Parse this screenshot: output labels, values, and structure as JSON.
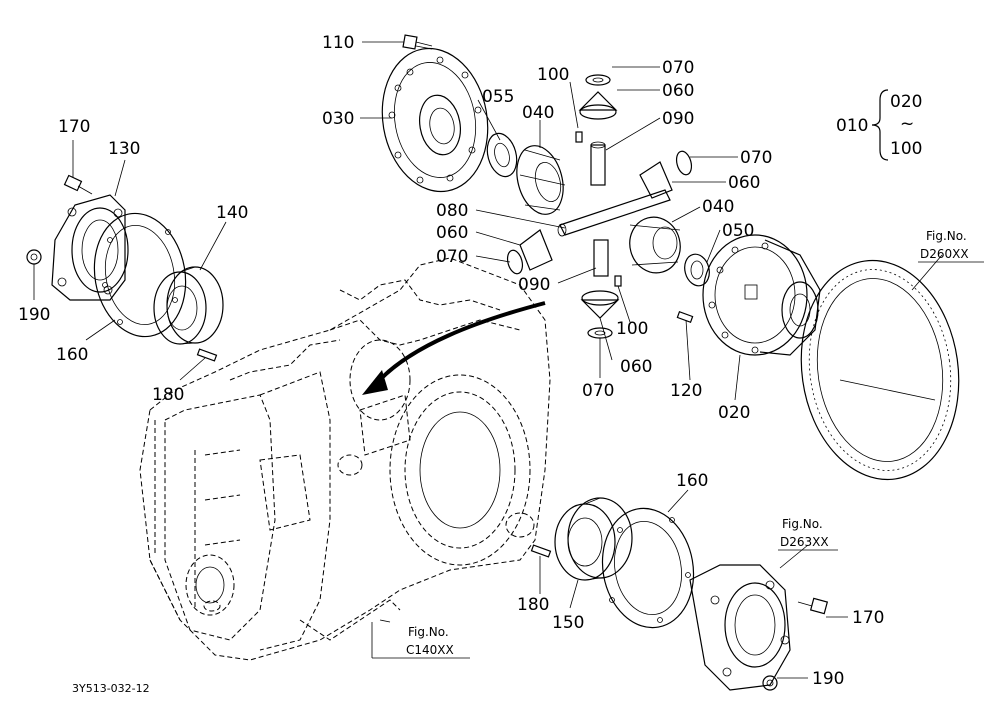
{
  "diagram": {
    "drawing_code": "3Y513-032-12",
    "group_range": {
      "main": "010",
      "from": "020",
      "tilde": "~",
      "to": "100"
    },
    "callouts": [
      {
        "id": "c110",
        "text": "110"
      },
      {
        "id": "c030",
        "text": "030"
      },
      {
        "id": "c055",
        "text": "055"
      },
      {
        "id": "c040a",
        "text": "040"
      },
      {
        "id": "c100a",
        "text": "100"
      },
      {
        "id": "c070a",
        "text": "070"
      },
      {
        "id": "c060a",
        "text": "060"
      },
      {
        "id": "c090a",
        "text": "090"
      },
      {
        "id": "c070b",
        "text": "070"
      },
      {
        "id": "c060b",
        "text": "060"
      },
      {
        "id": "c080",
        "text": "080"
      },
      {
        "id": "c040b",
        "text": "040"
      },
      {
        "id": "c060c",
        "text": "060"
      },
      {
        "id": "c050",
        "text": "050"
      },
      {
        "id": "c070c",
        "text": "070"
      },
      {
        "id": "c090b",
        "text": "090"
      },
      {
        "id": "c100b",
        "text": "100"
      },
      {
        "id": "c060d",
        "text": "060"
      },
      {
        "id": "c070d",
        "text": "070"
      },
      {
        "id": "c120",
        "text": "120"
      },
      {
        "id": "c020",
        "text": "020"
      },
      {
        "id": "c170a",
        "text": "170"
      },
      {
        "id": "c130",
        "text": "130"
      },
      {
        "id": "c140",
        "text": "140"
      },
      {
        "id": "c190a",
        "text": "190"
      },
      {
        "id": "c160a",
        "text": "160"
      },
      {
        "id": "c180a",
        "text": "180"
      },
      {
        "id": "c160b",
        "text": "160"
      },
      {
        "id": "c180b",
        "text": "180"
      },
      {
        "id": "c150",
        "text": "150"
      },
      {
        "id": "c170b",
        "text": "170"
      },
      {
        "id": "c190b",
        "text": "190"
      }
    ],
    "figure_refs": [
      {
        "id": "f260",
        "label": "Fig.No.",
        "number": "D260XX"
      },
      {
        "id": "f263",
        "label": "Fig.No.",
        "number": "D263XX"
      },
      {
        "id": "f140",
        "label": "Fig.No.",
        "number": "C140XX"
      }
    ]
  }
}
